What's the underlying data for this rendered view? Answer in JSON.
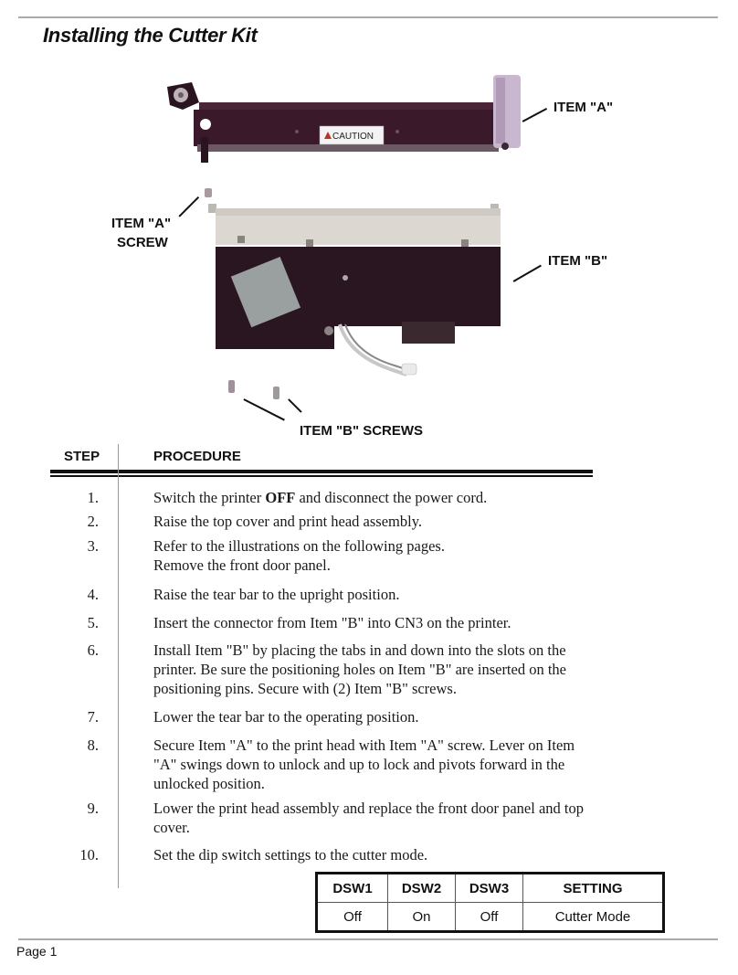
{
  "page": {
    "title": "Installing the Cutter Kit",
    "footer": "Page 1"
  },
  "figure": {
    "callouts": {
      "item_a": "ITEM \"A\"",
      "item_a_screw_line1": "ITEM \"A\"",
      "item_a_screw_line2": "SCREW",
      "item_b": "ITEM \"B\"",
      "item_b_screws": "ITEM  \"B\" SCREWS"
    },
    "caution_label": "CAUTION",
    "colors": {
      "cutter_body": "#3a1a2a",
      "cutter_end_cap": "#c9b6cf",
      "bracket_metal": "#d8d4cf",
      "unit_body": "#2a1620",
      "lever_gray": "#9aa0a0"
    }
  },
  "procedure": {
    "headers": {
      "step": "STEP",
      "procedure": "PROCEDURE"
    },
    "steps": [
      {
        "num": "1.",
        "pre": "Switch the printer ",
        "bold": "OFF",
        "post": " and disconnect the power cord."
      },
      {
        "num": "2.",
        "text": "Raise the top cover and print head assembly."
      },
      {
        "num": "3.",
        "lines": [
          "Refer to the illustrations on the following pages.",
          "Remove the front door panel."
        ]
      },
      {
        "num": "4.",
        "text": "Raise the tear bar to the upright position."
      },
      {
        "num": "5.",
        "text": "Insert the connector from Item \"B\" into CN3 on the printer."
      },
      {
        "num": "6.",
        "lines": [
          "Install Item \"B\" by placing the tabs in and down into the slots on the",
          "printer.  Be sure the positioning holes on Item \"B\" are inserted on the",
          "positioning pins.  Secure with (2) Item \"B\" screws."
        ]
      },
      {
        "num": "7.",
        "text": "Lower the tear bar to the operating position."
      },
      {
        "num": "8.",
        "lines": [
          "Secure Item \"A\" to the print head with Item \"A\" screw.  Lever on Item",
          "\"A\" swings down to unlock and up to lock and pivots forward in the",
          "unlocked position."
        ]
      },
      {
        "num": "9.",
        "lines": [
          "Lower the print head assembly and replace the front door panel and top",
          "cover."
        ]
      },
      {
        "num": "10.",
        "text": "Set the dip switch settings to the cutter mode."
      }
    ]
  },
  "dip_table": {
    "headers": [
      "DSW1",
      "DSW2",
      "DSW3",
      "SETTING"
    ],
    "rows": [
      [
        "Off",
        "On",
        "Off",
        "Cutter Mode"
      ]
    ]
  }
}
